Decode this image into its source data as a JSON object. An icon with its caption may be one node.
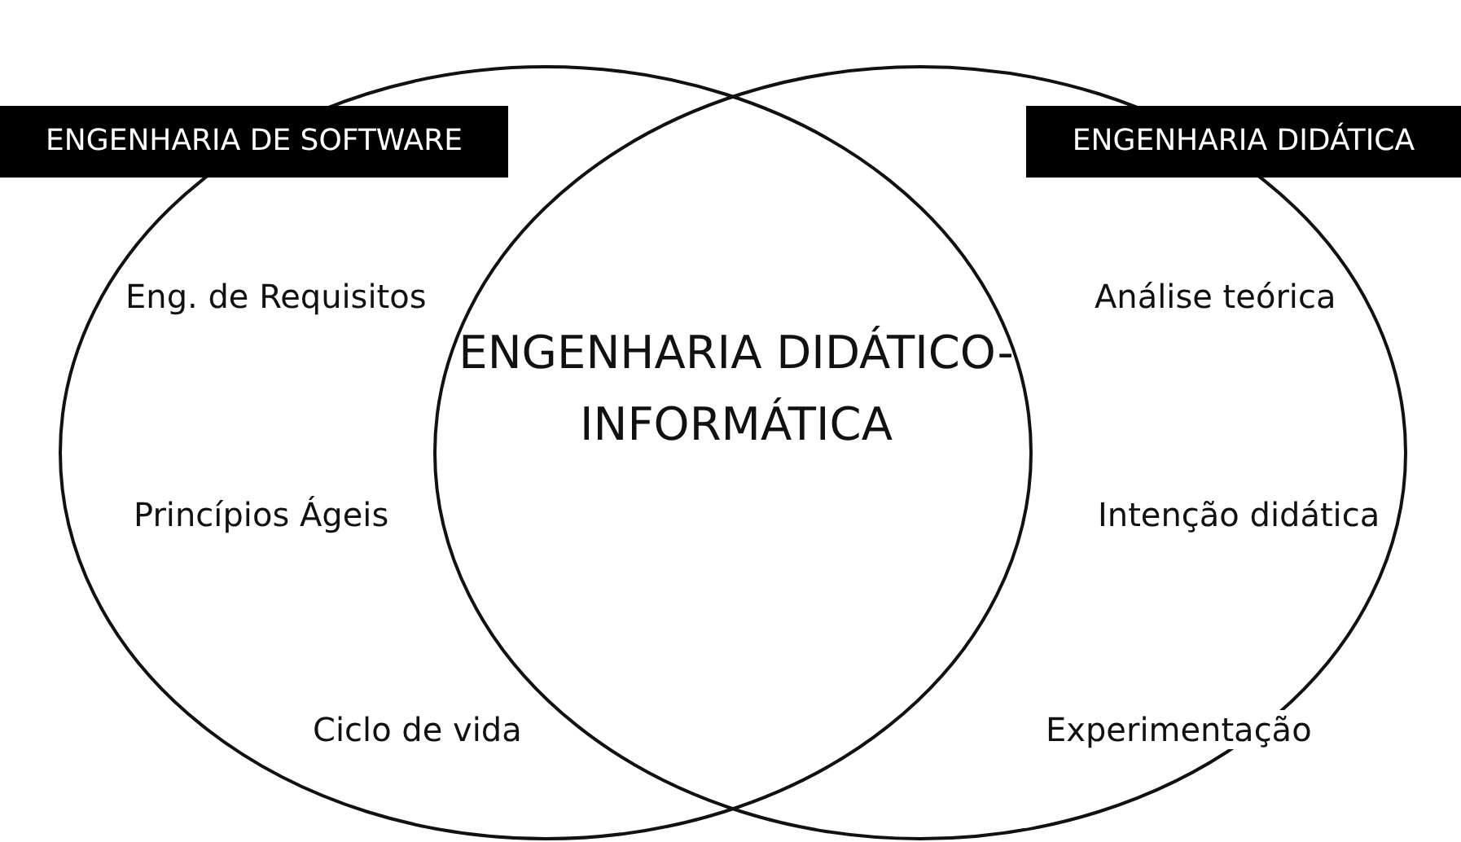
{
  "diagram": {
    "nodes": [
      {
        "text": [
          "ENGENHARIA DE SOFTWARE"
        ]
      },
      {
        "text": [
          "ENGENHARIA DIDÁTICA"
        ]
      }
    ],
    "labels": [
      "Eng. de Requisitos",
      "ENGENHARIA DIDÁTICO-INFORMÁTICA",
      "Análise teórica",
      "Princípios Ágeis",
      "Intenção didática",
      "Ciclo de vida",
      "Experimentação"
    ]
  }
}
